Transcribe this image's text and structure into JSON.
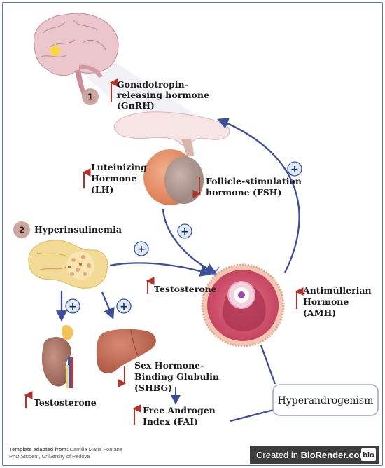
{
  "badges": {
    "one": "1",
    "two": "2"
  },
  "labels": {
    "gnrh_1": "Gonadotropin-",
    "gnrh_2": "releasing hormone",
    "gnrh_3": "(GnRH)",
    "lh_1": "Luteinizing",
    "lh_2": "Hormone",
    "lh_3": "(LH)",
    "fsh_1": "Follicle-stimulation",
    "fsh_2": "hormone (FSH)",
    "hyperinsulinemia": "Hyperinsulinemia",
    "testosterone_ovary": "Testosterone",
    "amh_1": "Antimüllerian",
    "amh_2": "Hormone",
    "amh_3": "(AMH)",
    "testosterone_adrenal": "Testosterone",
    "shbg_1": "Sex Hormone-",
    "shbg_2": "Binding Glubulin",
    "shbg_3": "(SHBG)",
    "fai_1": "Free Androgen",
    "fai_2": "Index (FAI)",
    "hyperandrogenism": "Hyperandrogenism"
  },
  "plus_symbol": "+",
  "footer": {
    "template_bold": "Template adapted from:",
    "template_name": " Camilla Maria Fontana",
    "template_role": "PhD Student, University of Padova",
    "created_in": "Created in ",
    "biorender": "BioRender.com",
    "logo": "bio"
  },
  "colors": {
    "arrow_blue": "#3d4f9a",
    "up_arrow_red": "#b3322c",
    "plus_fill": "#dde8f7",
    "badge_fill": "#c9a79e",
    "banner": "#3c3c3c"
  }
}
